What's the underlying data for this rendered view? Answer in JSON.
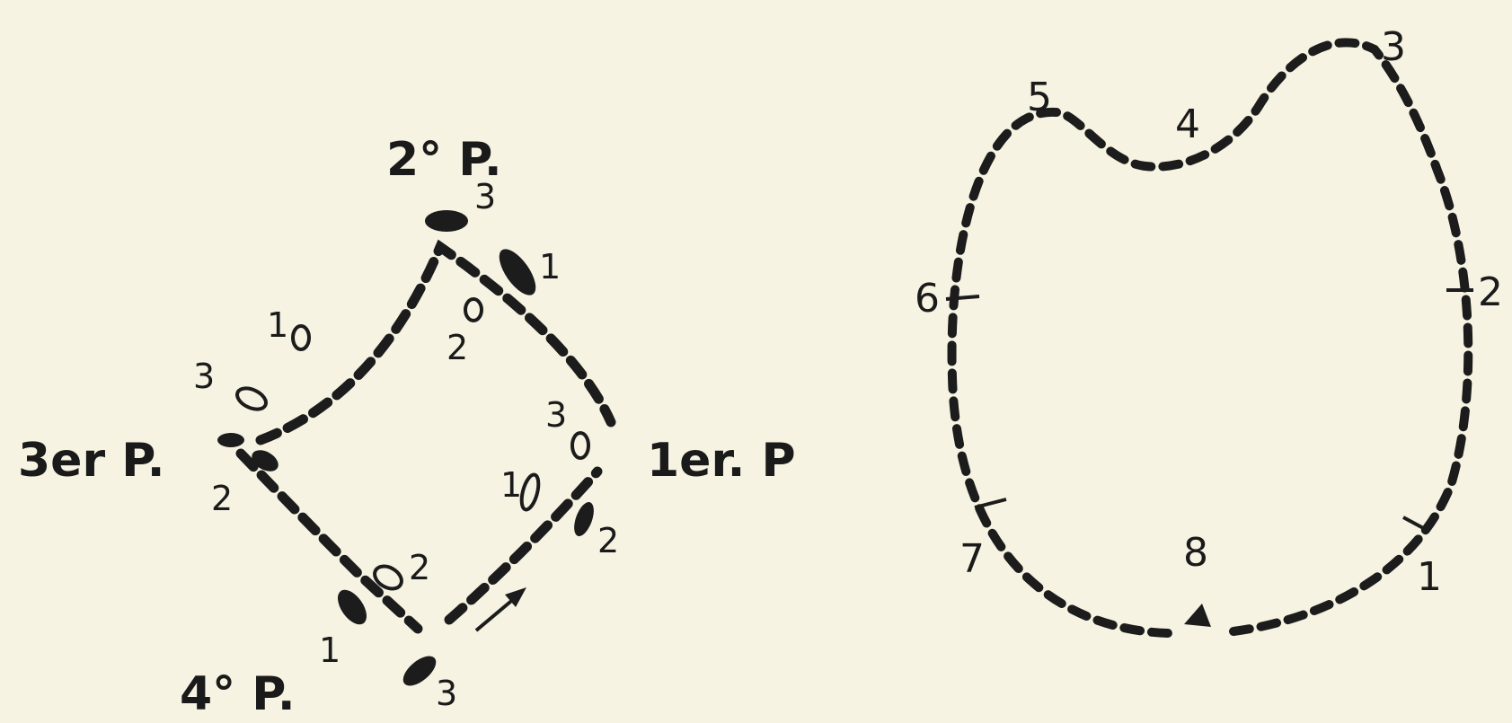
{
  "left_diagram": {
    "positions": {
      "first": "1er. P",
      "second": "2° P.",
      "third": "3er P.",
      "fourth": "4° P."
    },
    "step_labels": {
      "first_1": "1",
      "first_2": "2",
      "first_3": "3",
      "second_1": "1",
      "second_2": "2",
      "second_3": "3",
      "third_1": "1",
      "third_2": "2",
      "third_3": "3",
      "fourth_1": "1",
      "fourth_2": "2",
      "fourth_3": "3"
    }
  },
  "right_diagram": {
    "markers": [
      "1",
      "2",
      "3",
      "4",
      "5",
      "6",
      "7",
      "8"
    ]
  },
  "colors": {
    "paper": "#f6f3e2",
    "ink": "#1c1c1c"
  }
}
